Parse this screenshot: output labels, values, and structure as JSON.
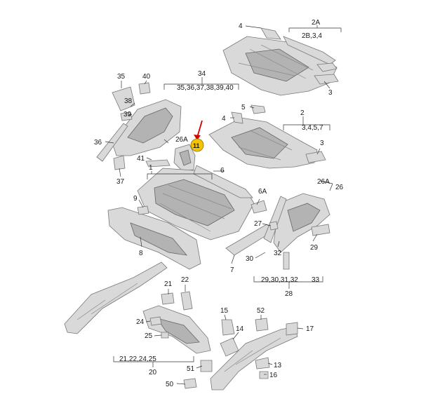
{
  "diagram": {
    "labels": [
      {
        "id": "l4a",
        "text": "4"
      },
      {
        "id": "l2A",
        "text": "2A"
      },
      {
        "id": "l2B34",
        "text": "2B,3,4"
      },
      {
        "id": "l3a",
        "text": "3"
      },
      {
        "id": "l35",
        "text": "35"
      },
      {
        "id": "l40",
        "text": "40"
      },
      {
        "id": "l34",
        "text": "34"
      },
      {
        "id": "l35_40",
        "text": "35,36,37,38,39,40"
      },
      {
        "id": "l38",
        "text": "38"
      },
      {
        "id": "l39",
        "text": "39"
      },
      {
        "id": "l5",
        "text": "5"
      },
      {
        "id": "l4b",
        "text": "4"
      },
      {
        "id": "l2",
        "text": "2"
      },
      {
        "id": "l3457",
        "text": "3,4,5,7"
      },
      {
        "id": "l36",
        "text": "36"
      },
      {
        "id": "l26A",
        "text": "26A"
      },
      {
        "id": "l3b",
        "text": "3"
      },
      {
        "id": "l41",
        "text": "41"
      },
      {
        "id": "l1",
        "text": "1"
      },
      {
        "id": "l6",
        "text": "6"
      },
      {
        "id": "l37",
        "text": "37"
      },
      {
        "id": "l26A2",
        "text": "26A"
      },
      {
        "id": "l26",
        "text": "26"
      },
      {
        "id": "l9",
        "text": "9"
      },
      {
        "id": "l6A",
        "text": "6A"
      },
      {
        "id": "l27",
        "text": "27"
      },
      {
        "id": "l29",
        "text": "29"
      },
      {
        "id": "l32",
        "text": "32"
      },
      {
        "id": "l8",
        "text": "8"
      },
      {
        "id": "l30",
        "text": "30"
      },
      {
        "id": "l7",
        "text": "7"
      },
      {
        "id": "l29_32",
        "text": "29,30,31,32"
      },
      {
        "id": "l33",
        "text": "33"
      },
      {
        "id": "l28",
        "text": "28"
      },
      {
        "id": "l21",
        "text": "21"
      },
      {
        "id": "l22",
        "text": "22"
      },
      {
        "id": "l24",
        "text": "24"
      },
      {
        "id": "l25",
        "text": "25"
      },
      {
        "id": "l15",
        "text": "15"
      },
      {
        "id": "l52",
        "text": "52"
      },
      {
        "id": "l14",
        "text": "14"
      },
      {
        "id": "l17",
        "text": "17"
      },
      {
        "id": "l21_25",
        "text": "21,22,24,25"
      },
      {
        "id": "l20",
        "text": "20"
      },
      {
        "id": "l51",
        "text": "51"
      },
      {
        "id": "l13",
        "text": "13"
      },
      {
        "id": "l16",
        "text": "16"
      },
      {
        "id": "l50",
        "text": "50"
      }
    ],
    "highlight": {
      "text": "11",
      "color": "#f4c400",
      "arrow_color": "#d40000"
    }
  }
}
